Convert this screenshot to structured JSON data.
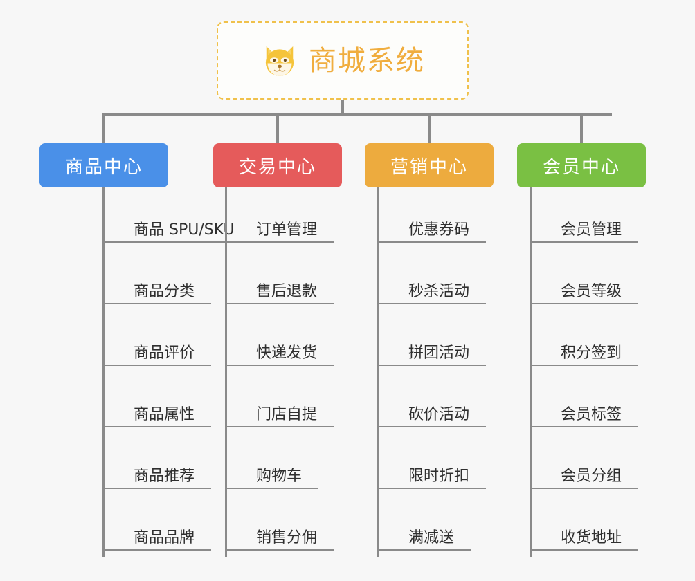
{
  "page": {
    "background": "#f7f7f7",
    "line_color": "#8a8a8a"
  },
  "root": {
    "title": "商城系统",
    "icon": "shiba-dog-face-icon",
    "border_color": "#f0c14b",
    "text_color": "#f0ad3e"
  },
  "columns": [
    {
      "header": "商品中心",
      "color": "#4a90e8",
      "items": [
        "商品 SPU/SKU",
        "商品分类",
        "商品评价",
        "商品属性",
        "商品推荐",
        "商品品牌"
      ]
    },
    {
      "header": "交易中心",
      "color": "#e55b5b",
      "items": [
        "订单管理",
        "售后退款",
        "快递发货",
        "门店自提",
        "购物车",
        "销售分佣"
      ]
    },
    {
      "header": "营销中心",
      "color": "#edab3e",
      "items": [
        "优惠券码",
        "秒杀活动",
        "拼团活动",
        "砍价活动",
        "限时折扣",
        "满减送"
      ]
    },
    {
      "header": "会员中心",
      "color": "#7ac043",
      "items": [
        "会员管理",
        "会员等级",
        "积分签到",
        "会员标签",
        "会员分组",
        "收货地址"
      ]
    }
  ]
}
